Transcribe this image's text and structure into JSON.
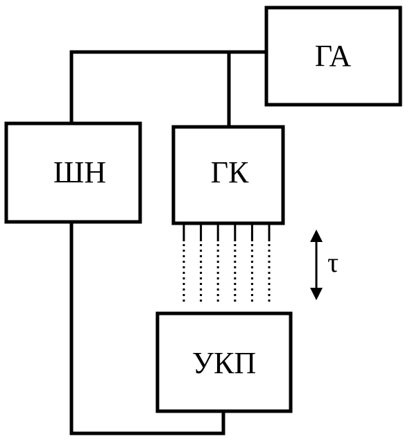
{
  "blocks": {
    "ga": "ГА",
    "shn": "ШН",
    "gk": "ГК",
    "ukp": "УКП"
  },
  "delay_symbol": "τ",
  "probe_count": 6,
  "colors": {
    "line": "#000000",
    "background": "#ffffff"
  }
}
